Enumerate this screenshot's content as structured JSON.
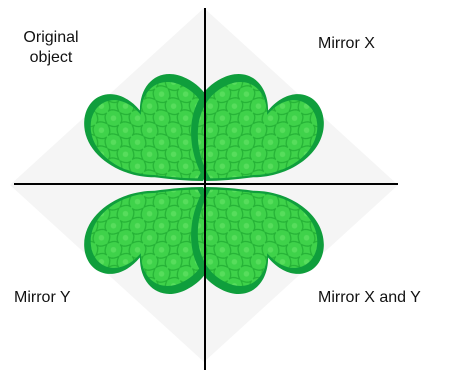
{
  "labels": {
    "original_line1": "Original",
    "original_line2": "object",
    "mirror_x": "Mirror X",
    "mirror_y": "Mirror Y",
    "mirror_xy": "Mirror X and Y"
  },
  "colors": {
    "leaf_border": "#0f9e3c",
    "leaf_fill": "#3fd24a",
    "leaf_pattern": "#2bbb3a",
    "axis": "#000000",
    "background_shadow": "#f4f4f4"
  }
}
